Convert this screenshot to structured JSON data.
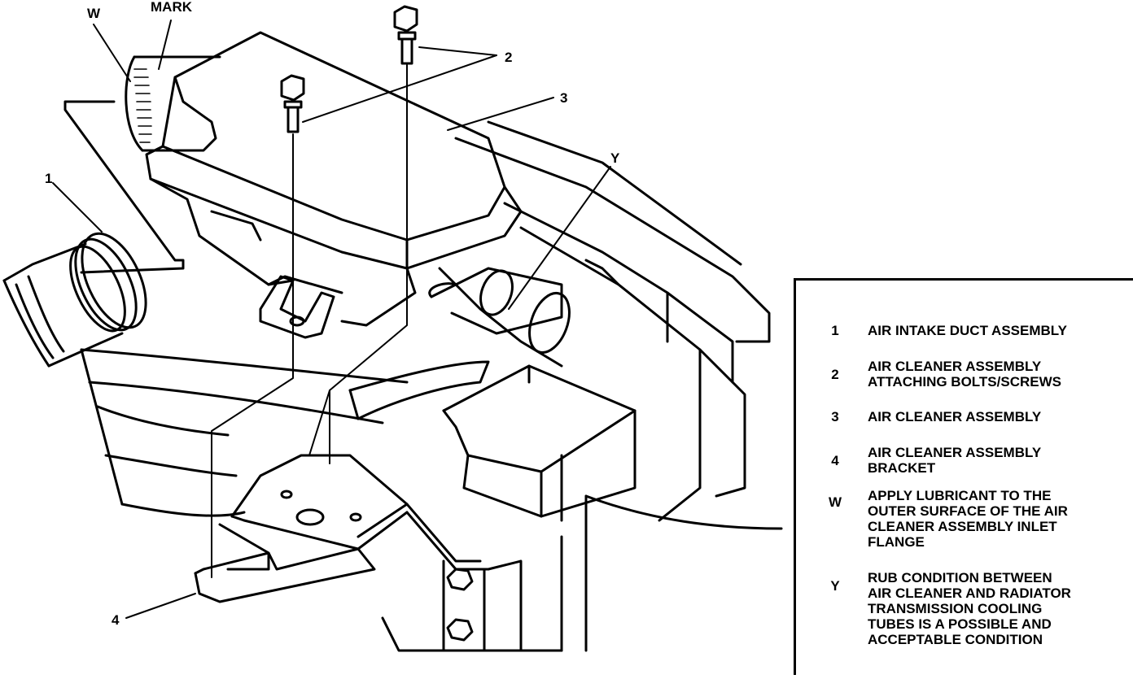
{
  "callouts": {
    "w": "W",
    "mark": "MARK",
    "one": "1",
    "two": "2",
    "three": "3",
    "four": "4",
    "y": "Y"
  },
  "legend": [
    {
      "key": "1",
      "text": "AIR INTAKE DUCT ASSEMBLY"
    },
    {
      "key": "2",
      "text": "AIR CLEANER ASSEMBLY\nATTACHING BOLTS/SCREWS"
    },
    {
      "key": "3",
      "text": "AIR CLEANER ASSEMBLY"
    },
    {
      "key": "4",
      "text": "AIR CLEANER ASSEMBLY\nBRACKET"
    },
    {
      "key": "W",
      "text": "APPLY LUBRICANT TO THE\nOUTER SURFACE OF THE AIR\nCLEANER  ASSEMBLY INLET\nFLANGE"
    },
    {
      "key": "Y",
      "text": "RUB CONDITION BETWEEN\nAIR CLEANER AND RADIATOR\nTRANSMISSION COOLING\nTUBES IS A POSSIBLE AND\nACCEPTABLE CONDITION"
    }
  ]
}
